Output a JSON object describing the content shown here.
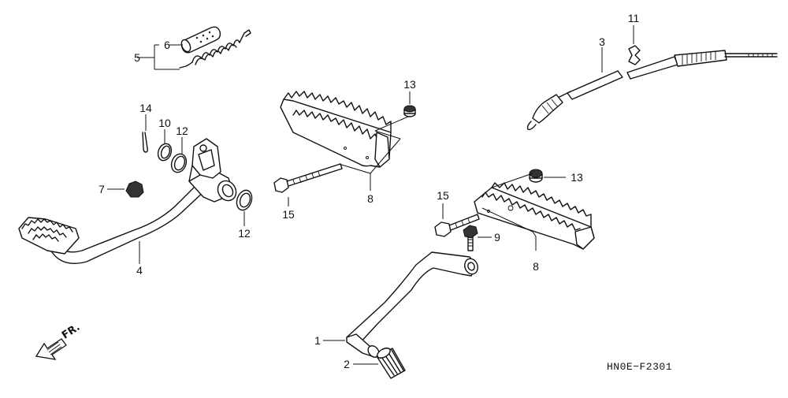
{
  "diagram_code": "HN0E−F2301",
  "direction_label": "FR.",
  "callouts": {
    "c1": "1",
    "c2": "2",
    "c3": "3",
    "c4": "4",
    "c5": "5",
    "c6": "6",
    "c7": "7",
    "c8a": "8",
    "c8b": "8",
    "c9": "9",
    "c10": "10",
    "c11": "11",
    "c12a": "12",
    "c12b": "12",
    "c13a": "13",
    "c13b": "13",
    "c14": "14",
    "c15a": "15",
    "c15b": "15"
  }
}
